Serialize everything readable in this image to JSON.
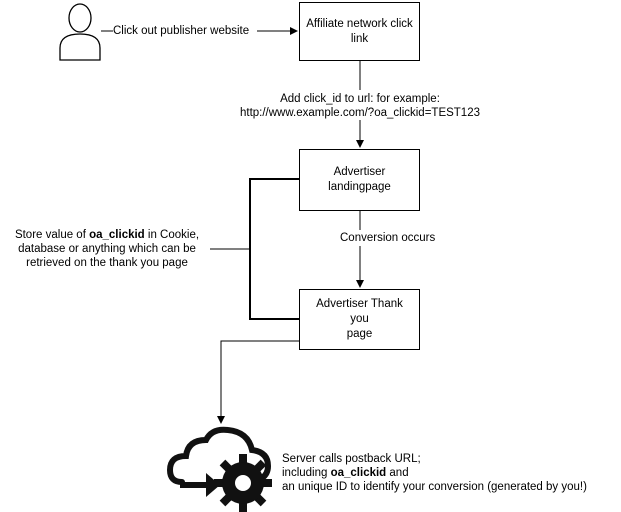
{
  "diagram": {
    "user_to_network": "Click out publisher website",
    "network_box": "Affiliate network click link",
    "add_click_id": {
      "line1": "Add click_id to url: for example:",
      "line2": "http://www.example.com/?oa_clickid=TEST123"
    },
    "landing_box": {
      "line1": "Advertiser",
      "line2": "landingpage"
    },
    "conversion": "Conversion occurs",
    "thankyou_box": {
      "line1": "Advertiser Thank you",
      "line2": "page"
    },
    "store_note": {
      "line1_pre": "Store value of ",
      "line1_bold": "oa_clickid",
      "line1_post": " in Cookie,",
      "line2": "database or anything which can be",
      "line3": "retrieved on the thank you page"
    },
    "server_note": {
      "line1": "Server calls postback URL;",
      "line2_pre": "including ",
      "line2_bold": "oa_clickid",
      "line2_post": " and",
      "line3": "an unique ID to identify your conversion (generated by you!)"
    },
    "icons": {
      "user": "user-icon",
      "server": "cloud-gear-icon"
    }
  }
}
